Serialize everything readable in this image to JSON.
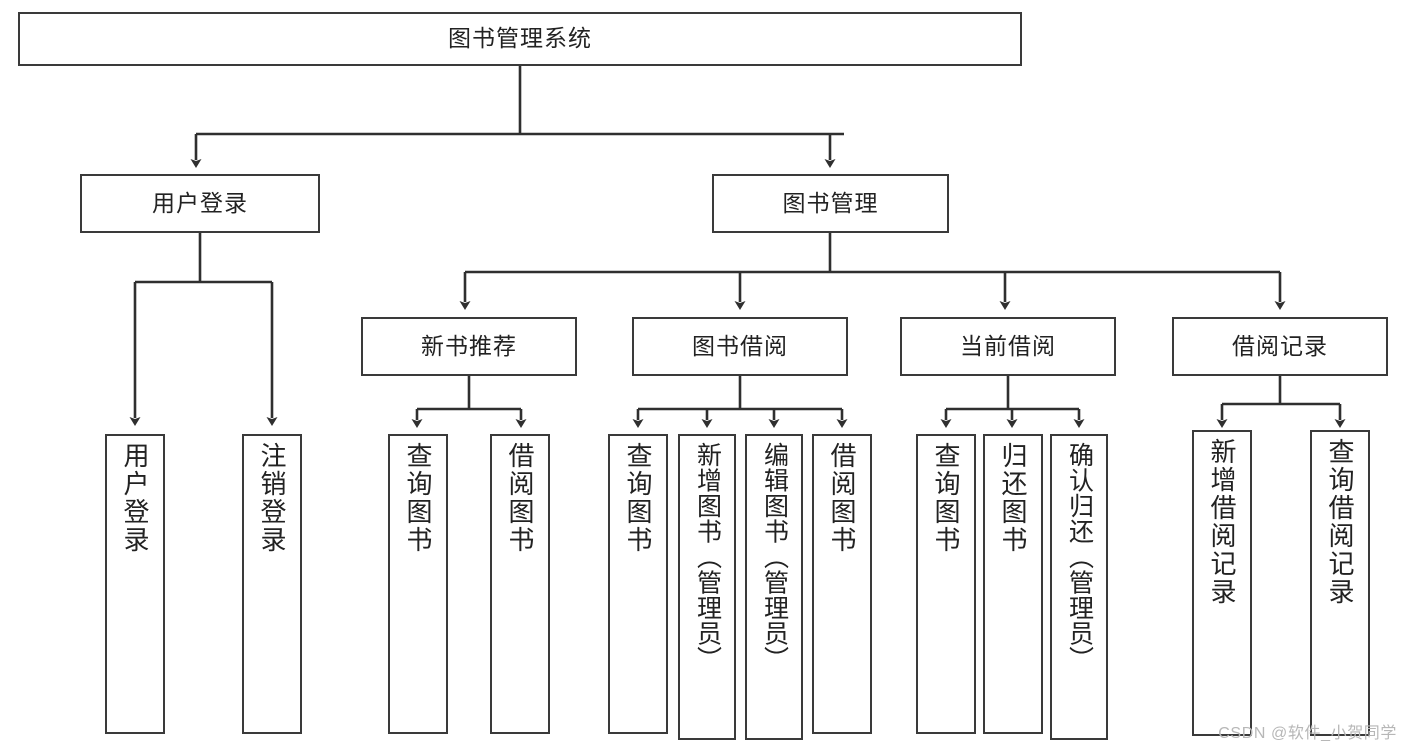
{
  "diagram": {
    "type": "tree-hierarchy",
    "title": "图书管理系统",
    "watermark": "CSDN @软件_小贺同学",
    "colors": {
      "stroke": "#3a3a3a",
      "fill": "#ffffff",
      "text": "#222222",
      "watermark": "#b7b7b7"
    },
    "nodes": {
      "root": {
        "label": "图书管理系统",
        "level": 1
      },
      "l2": [
        {
          "id": "user-login",
          "label": "用户登录"
        },
        {
          "id": "book-manage",
          "label": "图书管理"
        }
      ],
      "l3": [
        {
          "id": "new-book-recommend",
          "label": "新书推荐"
        },
        {
          "id": "book-borrow",
          "label": "图书借阅"
        },
        {
          "id": "current-borrow",
          "label": "当前借阅"
        },
        {
          "id": "borrow-record",
          "label": "借阅记录"
        }
      ],
      "leaves": {
        "user-login": [
          {
            "id": "leaf-user-login",
            "label": "用户登录"
          },
          {
            "id": "leaf-user-logout",
            "label": "注销登录"
          }
        ],
        "new-book-recommend": [
          {
            "id": "leaf-query-book-1",
            "label": "查询图书"
          },
          {
            "id": "leaf-borrow-book-1",
            "label": "借阅图书"
          }
        ],
        "book-borrow": [
          {
            "id": "leaf-query-book-2",
            "label": "查询图书"
          },
          {
            "id": "leaf-add-book",
            "label": "新增图书（管理员）"
          },
          {
            "id": "leaf-edit-book",
            "label": "编辑图书（管理员）"
          },
          {
            "id": "leaf-borrow-book-2",
            "label": "借阅图书"
          }
        ],
        "current-borrow": [
          {
            "id": "leaf-query-book-3",
            "label": "查询图书"
          },
          {
            "id": "leaf-return-book",
            "label": "归还图书"
          },
          {
            "id": "leaf-confirm-return",
            "label": "确认归还（管理员）"
          }
        ],
        "borrow-record": [
          {
            "id": "leaf-add-record",
            "label": "新增借阅记录"
          },
          {
            "id": "leaf-query-record",
            "label": "查询借阅记录"
          }
        ]
      }
    },
    "edges": [
      {
        "from": "图书管理系统",
        "to": "用户登录"
      },
      {
        "from": "图书管理系统",
        "to": "图书管理"
      },
      {
        "from": "用户登录",
        "to": "用户登录"
      },
      {
        "from": "用户登录",
        "to": "注销登录"
      },
      {
        "from": "图书管理",
        "to": "新书推荐"
      },
      {
        "from": "图书管理",
        "to": "图书借阅"
      },
      {
        "from": "图书管理",
        "to": "当前借阅"
      },
      {
        "from": "图书管理",
        "to": "借阅记录"
      },
      {
        "from": "新书推荐",
        "to": "查询图书"
      },
      {
        "from": "新书推荐",
        "to": "借阅图书"
      },
      {
        "from": "图书借阅",
        "to": "查询图书"
      },
      {
        "from": "图书借阅",
        "to": "新增图书（管理员）"
      },
      {
        "from": "图书借阅",
        "to": "编辑图书（管理员）"
      },
      {
        "from": "图书借阅",
        "to": "借阅图书"
      },
      {
        "from": "当前借阅",
        "to": "查询图书"
      },
      {
        "from": "当前借阅",
        "to": "归还图书"
      },
      {
        "from": "当前借阅",
        "to": "确认归还（管理员）"
      },
      {
        "from": "借阅记录",
        "to": "新增借阅记录"
      },
      {
        "from": "借阅记录",
        "to": "查询借阅记录"
      }
    ]
  }
}
